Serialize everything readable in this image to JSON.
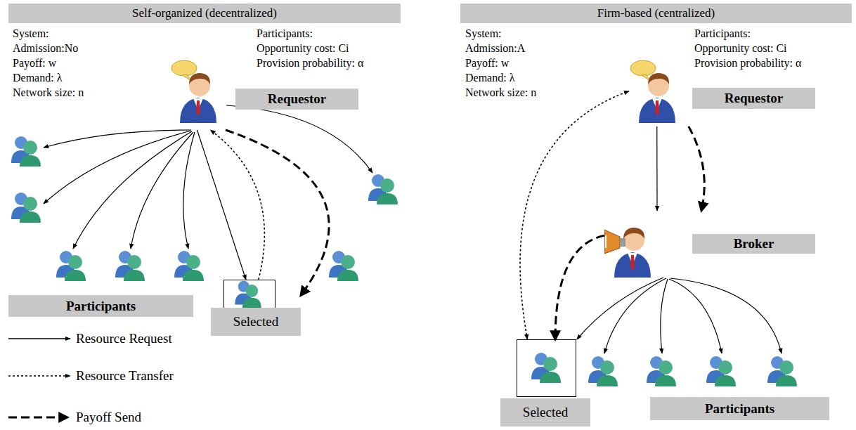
{
  "diagram": {
    "nodes": [
      {
        "text": [
          "Self-organized (decentralized)"
        ]
      },
      {
        "text": [
          "Requestor"
        ]
      },
      {
        "text": [
          "Participants"
        ]
      },
      {
        "text": [
          "Selected"
        ]
      },
      {
        "text": [
          "Firm-based (centralized)"
        ]
      },
      {
        "text": [
          "Requestor"
        ]
      },
      {
        "text": [
          "Broker"
        ]
      },
      {
        "text": [
          "Selected"
        ]
      },
      {
        "text": [
          "Participants"
        ]
      }
    ],
    "edges": [
      {
        "from": 1,
        "to": 3,
        "arrow": "to"
      },
      {
        "from": 3,
        "to": 1,
        "arrow": "to"
      },
      {
        "from": 1,
        "to": 3,
        "arrow": "to"
      },
      {
        "from": 5,
        "to": 6,
        "arrow": "to"
      },
      {
        "from": 5,
        "to": 6,
        "arrow": "to"
      },
      {
        "from": 6,
        "to": 7,
        "arrow": "to"
      },
      {
        "from": 6,
        "to": 7,
        "arrow": "to"
      },
      {
        "from": 7,
        "to": 5,
        "arrow": "both"
      }
    ],
    "labels": [
      "System:",
      "Admission:No",
      "Payoff: w",
      "Demand: λ",
      "Network size: n",
      "Participants:",
      "Opportunity cost: Ci",
      "Provision probability: α",
      "System:",
      "Admission:A",
      "Payoff: w",
      "Demand: λ",
      "Network size: n",
      "Participants:",
      "Opportunity cost: Ci",
      "Provision probability: α"
    ],
    "legend": [
      {
        "text": "Resource Request"
      },
      {
        "text": "Resource Transfer"
      },
      {
        "text": "Payoff Send"
      }
    ]
  }
}
